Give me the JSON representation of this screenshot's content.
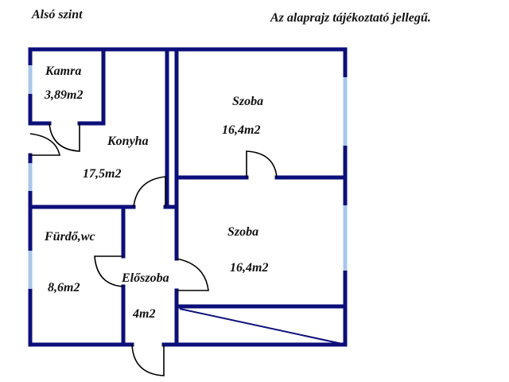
{
  "header": {
    "level_title": "Alsó szint",
    "disclaimer": "Az alaprajz tájékoztató jellegű."
  },
  "colors": {
    "wall": "#0c0f7a",
    "window": "#a9c7ea",
    "door_arc": "#000000",
    "text": "#111111",
    "background": "#ffffff"
  },
  "rooms": [
    {
      "id": "kamra",
      "name": "Kamra",
      "area": "3,89m2"
    },
    {
      "id": "konyha",
      "name": "Konyha",
      "area": "17,5m2"
    },
    {
      "id": "szoba-1",
      "name": "Szoba",
      "area": "16,4m2"
    },
    {
      "id": "szoba-2",
      "name": "Szoba",
      "area": "16,4m2"
    },
    {
      "id": "furdo",
      "name": "Fürdő,wc",
      "area": "8,6m2"
    },
    {
      "id": "eloszoba",
      "name": "Előszoba",
      "area": "4m2"
    }
  ]
}
